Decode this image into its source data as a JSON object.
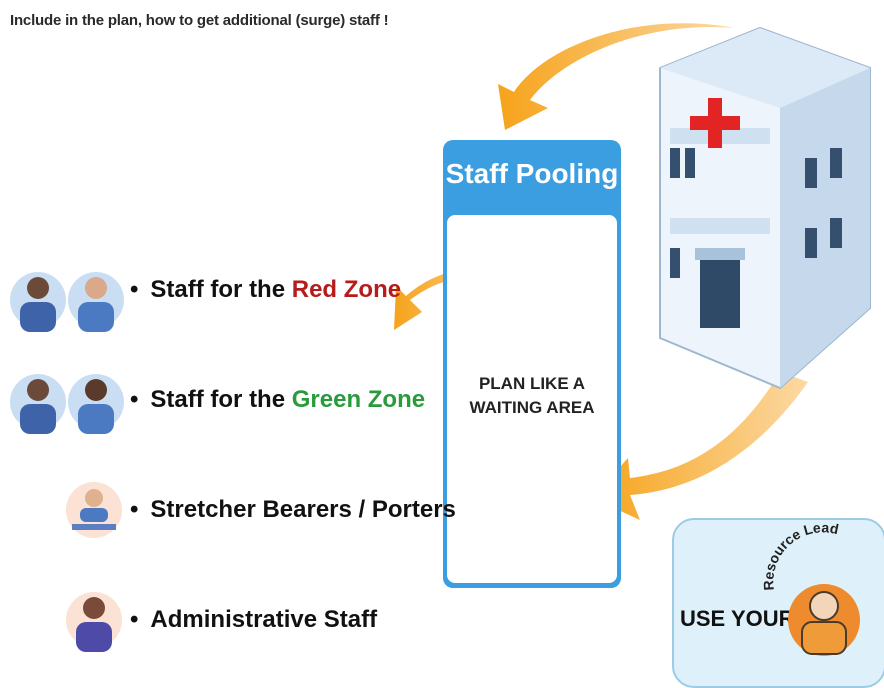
{
  "header": {
    "text": "Include in the plan, how to get additional (surge) staff !"
  },
  "staff_pooling": {
    "title": "Staff Pooling",
    "line1": "PLAN LIKE A",
    "line2": "WAITING AREA"
  },
  "staff_list": [
    {
      "prefix": "Staff for the ",
      "highlight": "Red Zone",
      "highlight_color": "#b71c1c"
    },
    {
      "prefix": "Staff for the ",
      "highlight": "Green Zone",
      "highlight_color": "#2a9b3c"
    },
    {
      "prefix": "Stretcher Bearers / Porters",
      "highlight": ""
    },
    {
      "prefix": "Administrative Staff",
      "highlight": ""
    }
  ],
  "bullet": "•",
  "resource": {
    "use_your": "USE YOUR",
    "arc_label": "Resource Lead"
  },
  "colors": {
    "arrow": "#f29a1c",
    "pool_blue": "#3b9ee0",
    "resource_bg": "#def1fb"
  },
  "icons": [
    "hospital-icon",
    "medical-staff-avatar",
    "stretcher-bearer-avatar",
    "admin-staff-avatar",
    "resource-lead-avatar"
  ]
}
